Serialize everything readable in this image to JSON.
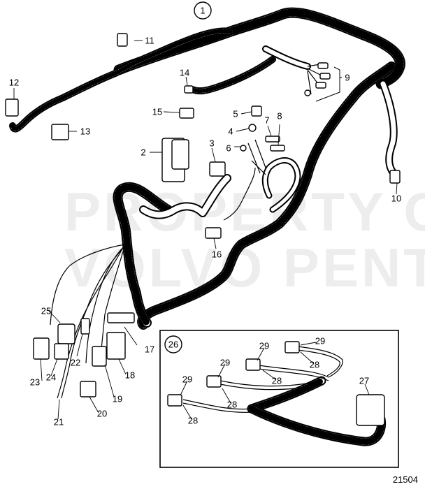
{
  "diagram": {
    "reference_number": "21504",
    "watermark_lines": [
      "PROPERTY OF",
      "VOLVO PENTA"
    ],
    "main_assembly_label": "1",
    "inset_label": "26",
    "callouts": {
      "c2": "2",
      "c3": "3",
      "c4": "4",
      "c5": "5",
      "c6": "6",
      "c7": "7",
      "c8": "8",
      "c9": "9",
      "c10": "10",
      "c11": "11",
      "c12": "12",
      "c13": "13",
      "c14": "14",
      "c15": "15",
      "c16": "16",
      "c17": "17",
      "c18": "18",
      "c19": "19",
      "c20": "20",
      "c21": "21",
      "c22": "22",
      "c23": "23",
      "c24": "24",
      "c25": "25",
      "c27": "27",
      "c28": "28",
      "c29": "29"
    }
  }
}
